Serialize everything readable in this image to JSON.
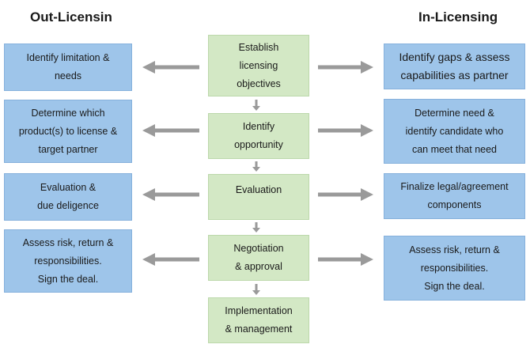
{
  "headings": {
    "left": "Out-Licensin",
    "right": "In-Licensing"
  },
  "center": [
    [
      "Establish",
      "licensing",
      "objectives"
    ],
    [
      "Identify",
      "opportunity"
    ],
    [
      "Evaluation"
    ],
    [
      "Negotiation",
      "& approval"
    ],
    [
      "Implementation",
      "& management"
    ]
  ],
  "left": [
    [
      "Identify limitation &",
      "needs"
    ],
    [
      "Determine which",
      "product(s) to license &",
      "target partner"
    ],
    [
      "Evaluation &",
      "due deligence"
    ],
    [
      "Assess risk, return &",
      "responsibilities.",
      "Sign the deal."
    ]
  ],
  "right": [
    [
      "Identify gaps & assess",
      "capabilities as partner"
    ],
    [
      "Determine need &",
      "identify candidate who",
      "can meet that need"
    ],
    [
      "Finalize legal/agreement",
      "components"
    ],
    [
      "Assess risk, return &",
      "responsibilities.",
      "Sign the deal."
    ]
  ],
  "colors": {
    "blue_box": "#9ec5ea",
    "green_box": "#d3e8c5",
    "arrow": "#9a9a9a"
  }
}
